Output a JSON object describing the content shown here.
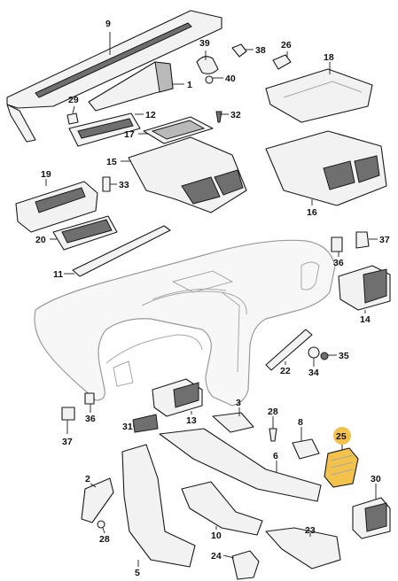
{
  "diagram": {
    "highlight_color": "#f3c24a",
    "highlighted_label": "25",
    "labels": {
      "p1": "1",
      "p2": "2",
      "p3": "3",
      "p5": "5",
      "p6": "6",
      "p8": "8",
      "p9": "9",
      "p10": "10",
      "p11": "11",
      "p12": "12",
      "p13": "13",
      "p14": "14",
      "p15": "15",
      "p16": "16",
      "p17": "17",
      "p18": "18",
      "p19": "19",
      "p20": "20",
      "p22": "22",
      "p23": "23",
      "p24": "24",
      "p25": "25",
      "p26": "26",
      "p28a": "28",
      "p28b": "28",
      "p29": "29",
      "p30": "30",
      "p31": "31",
      "p32": "32",
      "p33": "33",
      "p34": "34",
      "p35": "35",
      "p36a": "36",
      "p36b": "36",
      "p37a": "37",
      "p37b": "37",
      "p38": "38",
      "p39": "39",
      "p40": "40"
    }
  }
}
